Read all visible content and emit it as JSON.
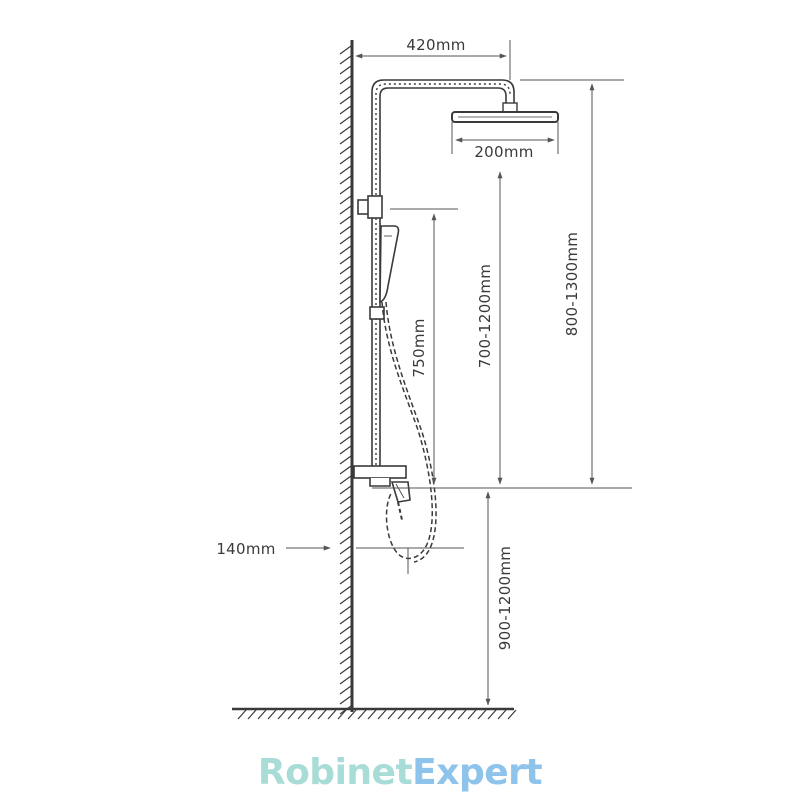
{
  "dimensions": {
    "arm_length": "420mm",
    "head_width": "200mm",
    "head_height_range": "800-1300mm",
    "slide_bar_range": "700-1200mm",
    "hand_shower_height": "750mm",
    "mixer_offset": "140mm",
    "mixer_height_range": "900-1200mm"
  },
  "logo": {
    "part1": "Robinet",
    "part2": "Expert"
  },
  "colors": {
    "line": "#3a3a3a",
    "dim_line": "#555555",
    "logo_part1": "#a8dcd6",
    "logo_part2": "#8ec3ec"
  }
}
